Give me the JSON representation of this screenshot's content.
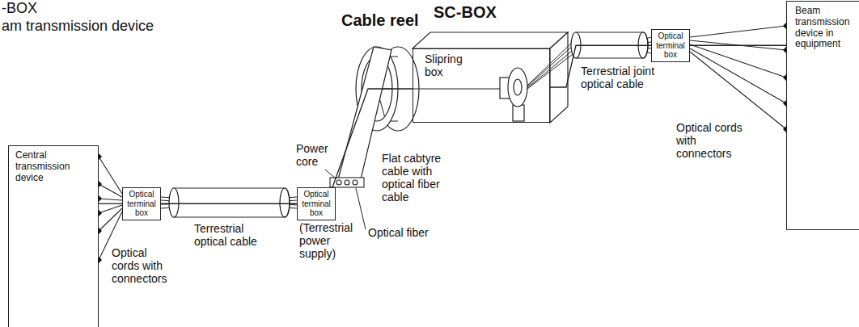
{
  "diagram": {
    "nodes": [
      {
        "text": [
          "Central transmission device"
        ]
      },
      {
        "text": [
          "Optical terminal box"
        ]
      },
      {
        "text": [
          "Optical terminal box",
          "(Terrestrial power supply)"
        ]
      },
      {
        "text": [
          "SC-BOX",
          "Slipring box"
        ]
      },
      {
        "text": [
          "Optical terminal box"
        ]
      },
      {
        "text": [
          "Beam transmission device in equipment"
        ]
      }
    ],
    "edges": [
      {
        "from": 0,
        "to": 1,
        "arrow": "none"
      },
      {
        "from": 1,
        "to": 2,
        "arrow": "none"
      },
      {
        "from": 2,
        "to": 3,
        "arrow": "none"
      },
      {
        "from": 3,
        "to": 4,
        "arrow": "none"
      },
      {
        "from": 4,
        "to": 5,
        "arrow": "none"
      }
    ],
    "labels": [
      "-BOX",
      "am transmission device",
      "Cable reel",
      "Power core",
      "Flat cabtyre cable with optical fiber cable",
      "Optical fiber",
      "Terrestrial optical cable",
      "Optical cords with connectors",
      "Terrestrial joint optical cable",
      "Optical cords with connectors"
    ]
  }
}
